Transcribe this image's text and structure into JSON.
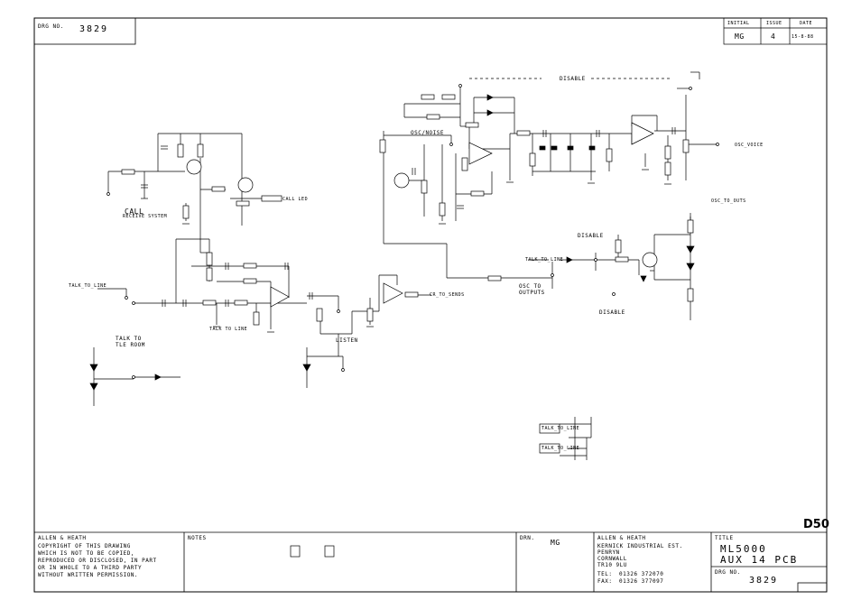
{
  "header": {
    "drg_no_label": "DRG NO.",
    "drg_no": "3829",
    "initial_label": "INITIAL",
    "issue_label": "ISSUE",
    "date_label": "DATE",
    "initial": "MG",
    "issue": "4",
    "date": "15-8-88"
  },
  "schematic": {
    "labels": {
      "disable_top": "DISABLE",
      "disable_mid": "DISABLE",
      "disable_low": "DISABLE",
      "osc_noise": "OSC/NOISE",
      "osc_to_outputs": "OSC TO OUTPUTS",
      "osc_to_outs": "OSC_TO_OUTS",
      "osc_voice": "OSC_VOICE",
      "call": "CALL",
      "call_sub": "RECEIVE SYSTEM",
      "talk_to_line": "TALK_TO_LINE",
      "talk_to_line_b": "TALK TO LINE",
      "talk_to_line_c": "TALK_TO_LINE",
      "talk_to": "TALK TO",
      "tle_room": "TLE ROOM",
      "listen": "LISTEN",
      "call_led": "CALL LED",
      "cr_to_sends": "CR_TO_SENDS",
      "talk_to_line_out": "TALK_TO_LINE",
      "talk_to_line_out2": "TALK_TO_LINE"
    }
  },
  "title_block": {
    "company": "ALLEN & HEATH",
    "copyright_lines": [
      "COPYRIGHT OF THIS DRAWING",
      "WHICH IS NOT TO BE COPIED,",
      "REPRODUCED OR DISCLOSED, IN PART",
      "OR IN WHOLE TO A THIRD PARTY",
      "WITHOUT WRITTEN PERMISSION."
    ],
    "notes_label": "NOTES",
    "drn_label": "DRN.",
    "drn": "MG",
    "address_company": "ALLEN & HEATH",
    "address_lines": [
      "KERNICK INDUSTRIAL EST.",
      "PENRYN",
      "CORNWALL",
      "TR10 9LU"
    ],
    "tel_label": "TEL:",
    "tel": "01326 372070",
    "fax_label": "FAX:",
    "fax": "01326 377097",
    "title_label": "TITLE",
    "title_1": "ML5000",
    "title_2": "AUX 14 PCB",
    "drg_no_label": "DRG NO.",
    "drg_no": "3829",
    "sheet_tag": "D50"
  }
}
